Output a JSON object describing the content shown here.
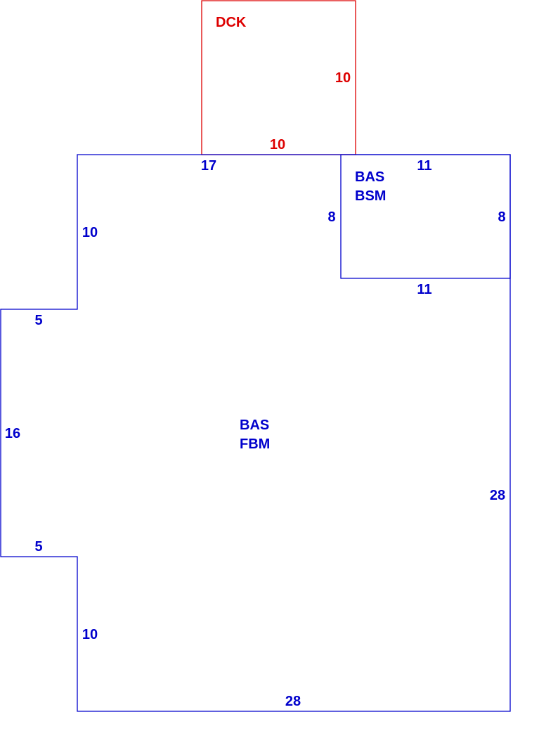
{
  "colors": {
    "main": "#0000cc",
    "deck": "#dd0000",
    "background": "#ffffff"
  },
  "deck": {
    "code": "DCK",
    "right_side": "10",
    "bottom_side": "10"
  },
  "basement_section": {
    "code_line1": "BAS",
    "code_line2": "BSM",
    "top_side": "11",
    "left_side": "8",
    "right_side": "8",
    "bottom_side": "11"
  },
  "main_section": {
    "code_line1": "BAS",
    "code_line2": "FBM",
    "top_side": "17",
    "left_upper_side": "10",
    "upper_step": "5",
    "left_side": "16",
    "lower_step": "5",
    "left_lower_side": "10",
    "bottom_side": "28",
    "right_side": "28"
  }
}
